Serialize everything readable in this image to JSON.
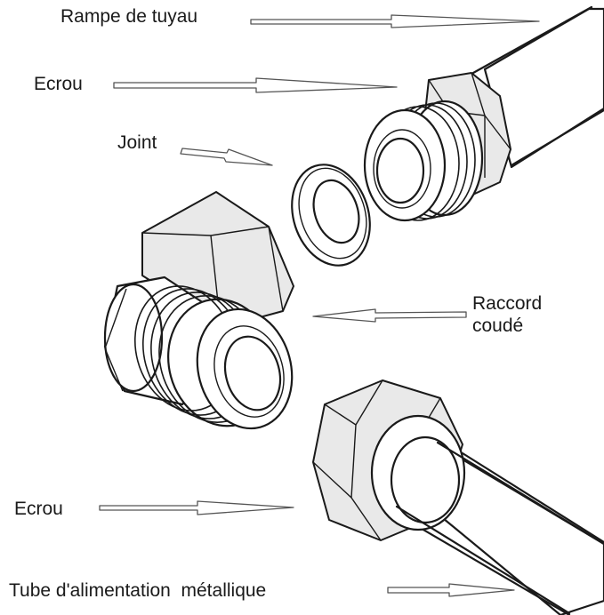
{
  "labels": {
    "pipe_rail": "Rampe de tuyau",
    "nut_top": "Ecrou",
    "seal": "Joint",
    "elbow_line1": "Raccord",
    "elbow_line2": "coudé",
    "nut_bottom": "Ecrou",
    "supply_tube": "Tube d'alimentation  métallique"
  }
}
